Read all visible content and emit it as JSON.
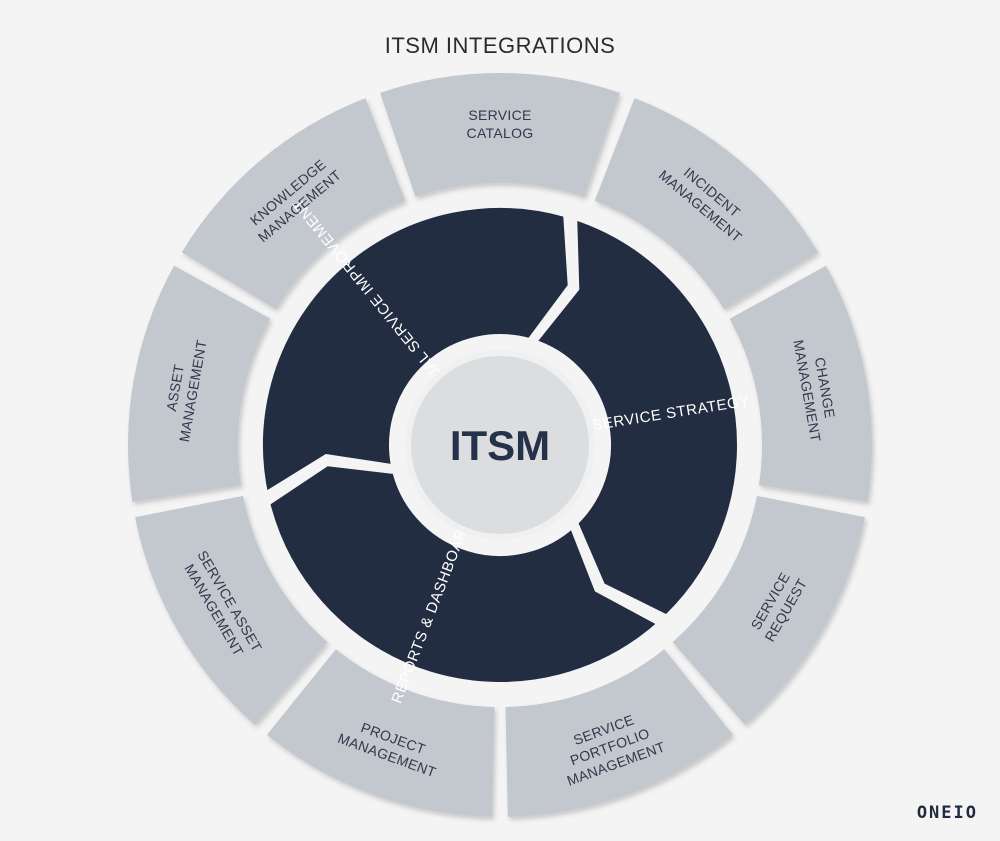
{
  "title": "ITSM INTEGRATIONS",
  "center": {
    "label": "ITSM"
  },
  "ring": [
    {
      "label": "SERVICE STRATEGY"
    },
    {
      "label": "REPORTS & DASHBOARDS"
    },
    {
      "label": "CONTINUAL SERVICE IMPROVEMENT"
    }
  ],
  "segments": [
    {
      "lines": [
        "SERVICE",
        "CATALOG"
      ]
    },
    {
      "lines": [
        "INCIDENT",
        "MANAGEMENT"
      ]
    },
    {
      "lines": [
        "CHANGE",
        "MANAGEMENT"
      ]
    },
    {
      "lines": [
        "SERVICE",
        "REQUEST"
      ]
    },
    {
      "lines": [
        "SERVICE",
        "PORTFOLIO",
        "MANAGEMENT"
      ]
    },
    {
      "lines": [
        "PROJECT",
        "MANAGEMENT"
      ]
    },
    {
      "lines": [
        "SERVICE ASSET",
        "MANAGEMENT"
      ]
    },
    {
      "lines": [
        "ASSET",
        "MANAGEMENT"
      ]
    },
    {
      "lines": [
        "KNOWLEDGE",
        "MANAGEMENT"
      ]
    }
  ],
  "logo": "ONEIO",
  "colors": {
    "background": "#f4f4f4",
    "segment_fill": "#c3c7ce",
    "ring_fill": "#232d42",
    "center_fill": "#dcdddf",
    "center_stroke": "#eef0f1"
  }
}
